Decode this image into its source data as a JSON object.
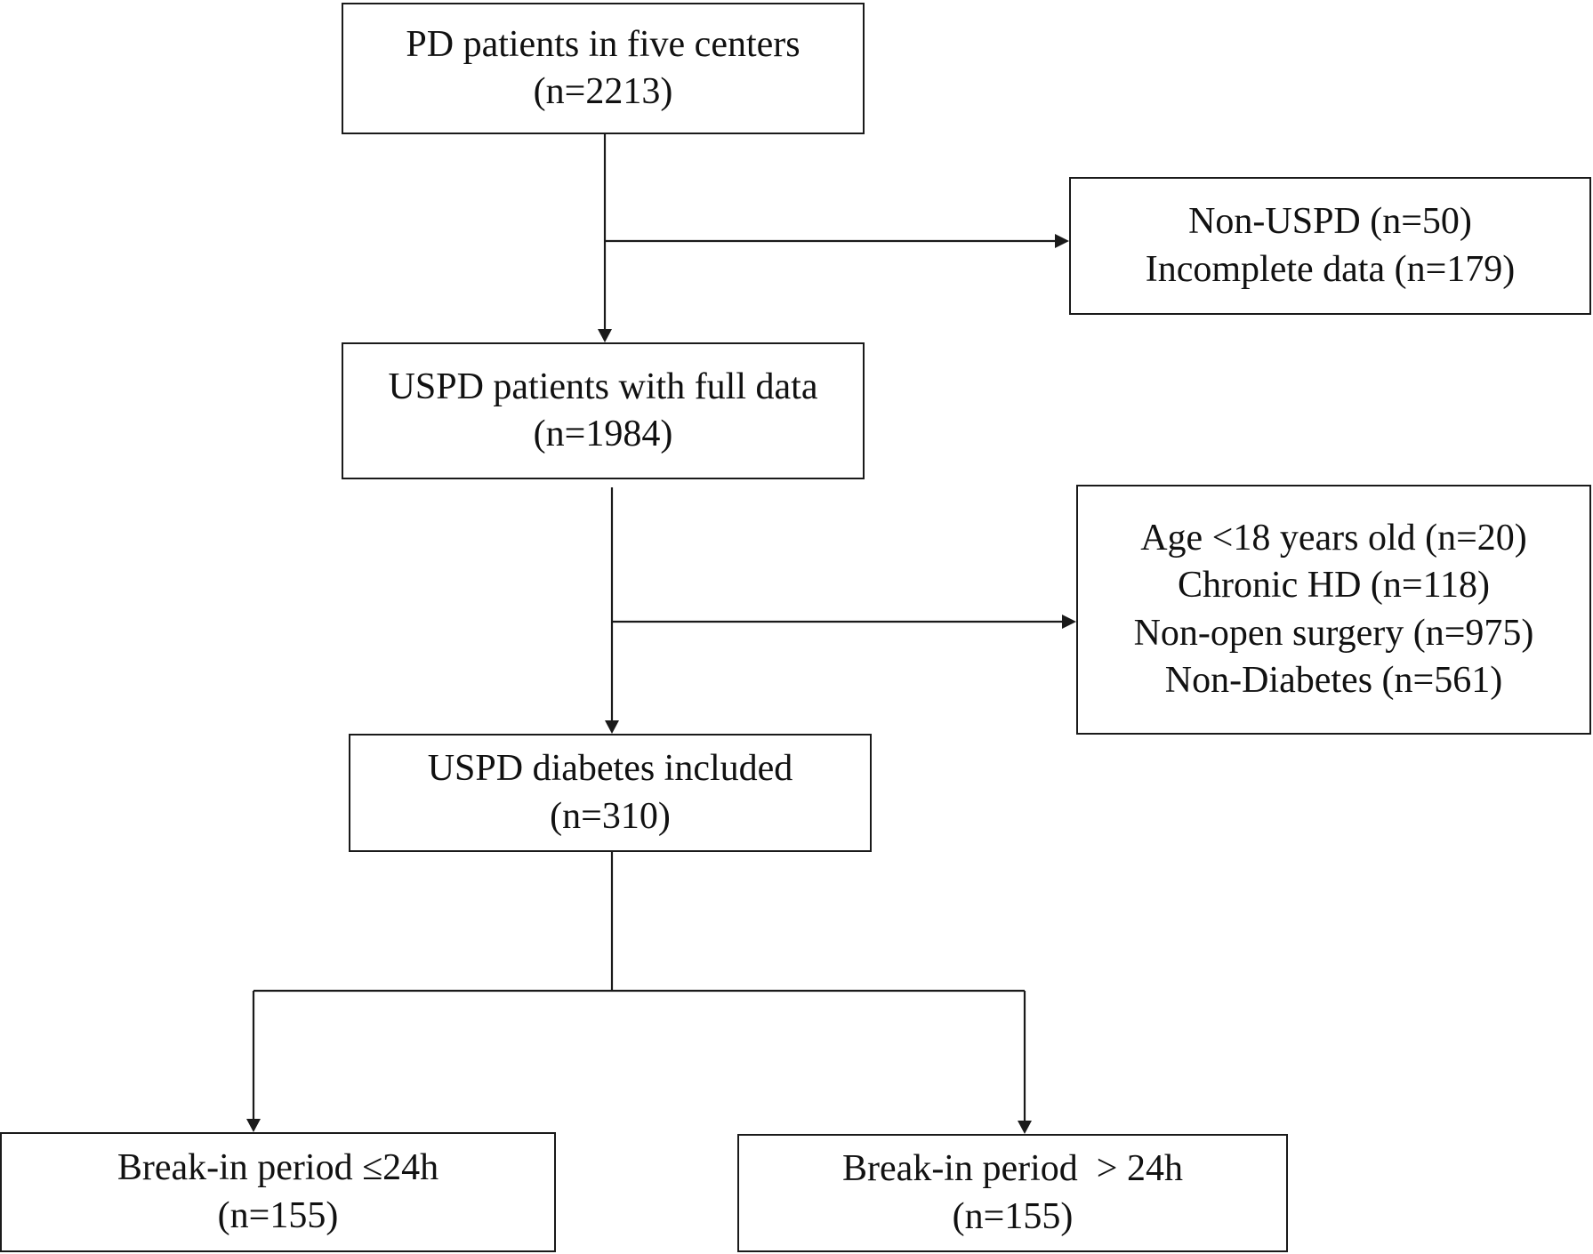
{
  "flowchart": {
    "source_box": {
      "lines": [
        "PD patients in five centers",
        "(n=2213)"
      ]
    },
    "exclusion_1": {
      "lines": [
        "Non-USPD (n=50)",
        "Incomplete data (n=179)"
      ]
    },
    "full_data_box": {
      "lines": [
        "USPD patients with full data",
        "(n=1984)"
      ]
    },
    "exclusion_2": {
      "lines": [
        "Age <18 years old (n=20)",
        "Chronic HD (n=118)",
        "Non-open surgery (n=975)",
        "Non-Diabetes (n=561)"
      ]
    },
    "included_box": {
      "lines": [
        "USPD diabetes included",
        "(n=310)"
      ]
    },
    "group_short": {
      "lines": [
        "Break-in period ≤24h",
        "(n=155)"
      ]
    },
    "group_long": {
      "lines": [
        "Break-in period  > 24h",
        "(n=155)"
      ]
    }
  },
  "colors": {
    "line": "#1a1a1a",
    "box_border": "#1a1a1a",
    "background": "#ffffff",
    "text": "#111111"
  }
}
